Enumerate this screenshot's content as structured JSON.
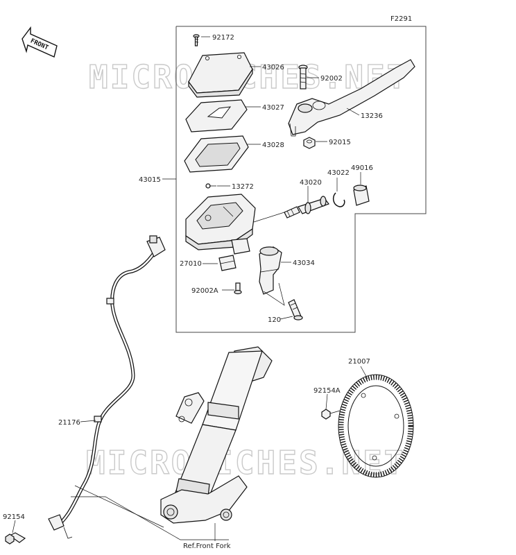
{
  "diagram_code": "F2291",
  "front_badge": "FRONT",
  "watermark": "MICROFICHES.NET",
  "reference_note": "Ref.Front Fork",
  "parts": {
    "p92172": "92172",
    "p43026": "43026",
    "p92002": "92002",
    "p13236": "13236",
    "p43027": "43027",
    "p43028": "43028",
    "p92015": "92015",
    "p43015": "43015",
    "p43022": "43022",
    "p49016": "49016",
    "p13272": "13272",
    "p43020": "43020",
    "p27010": "27010",
    "p43034": "43034",
    "p92002A": "92002A",
    "p120": "120",
    "p21007": "21007",
    "p92154A": "92154A",
    "p21176": "21176",
    "p92154": "92154"
  },
  "colors": {
    "line": "#111111",
    "fill": "#f2f2f2",
    "watermark": "#c9c9c9"
  }
}
